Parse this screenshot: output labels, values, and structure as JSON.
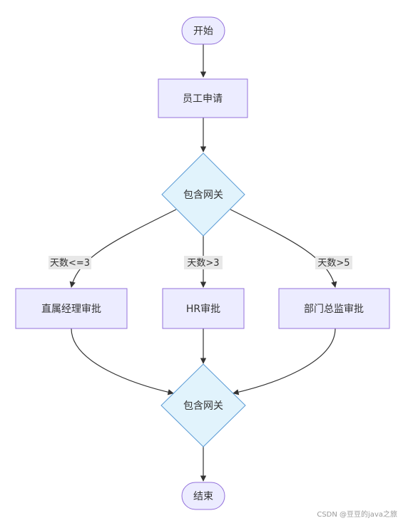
{
  "diagram": {
    "nodes": {
      "start": "开始",
      "apply": "员工申请",
      "gateway_split": "包含网关",
      "direct_manager": "直属经理审批",
      "hr": "HR审批",
      "dept_director": "部门总监审批",
      "gateway_join": "包含网关",
      "end": "结束"
    },
    "edge_labels": {
      "to_direct_manager": "天数<=3",
      "to_hr": "天数>3",
      "to_dept_director": "天数>5"
    },
    "colors": {
      "node_fill": "#ECECFF",
      "node_stroke": "#9370DB",
      "gateway_fill": "#E1F3FC",
      "gateway_stroke": "#5B9BD5",
      "edge": "#333333",
      "label_bg": "#E8E8E8"
    }
  },
  "watermark": "CSDN @豆豆的java之旅"
}
